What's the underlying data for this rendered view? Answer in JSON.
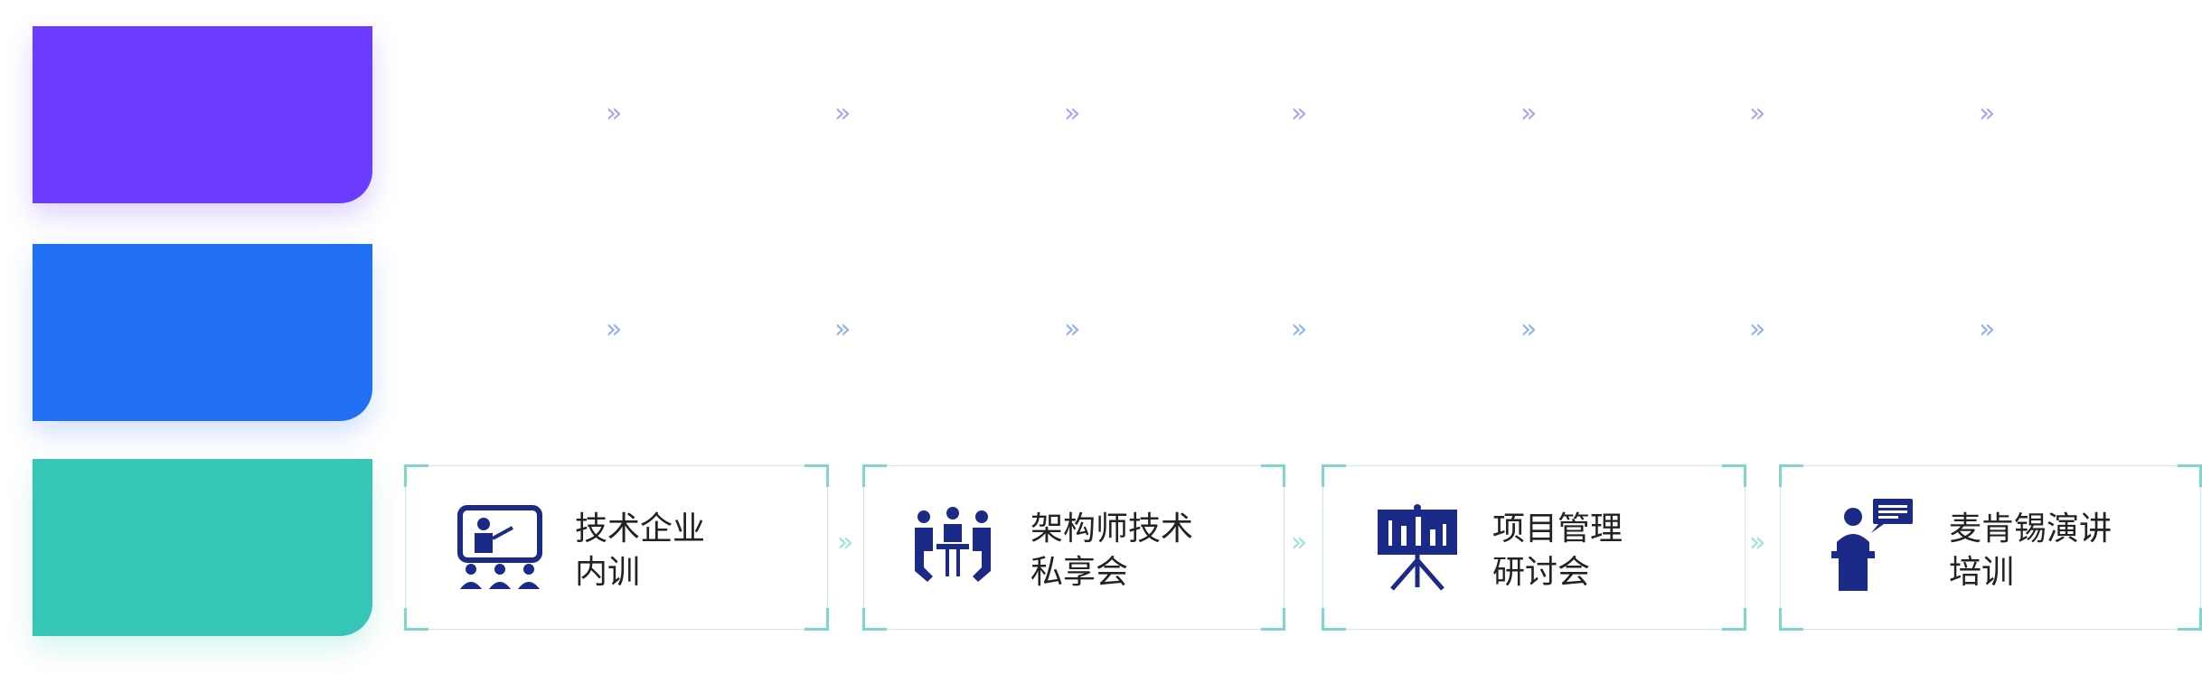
{
  "rows": [
    {
      "color": "#6b3bff",
      "arrow": "»"
    },
    {
      "color": "#2170f4",
      "arrow": "»"
    },
    {
      "color": "#35c6b6",
      "arrow": "»"
    }
  ],
  "cards": [
    {
      "line1": "技术企业",
      "line2": "内训",
      "icon": "teacher-presentation-icon"
    },
    {
      "line1": "架构师技术",
      "line2": "私享会",
      "icon": "meeting-group-icon"
    },
    {
      "line1": "项目管理",
      "line2": "研讨会",
      "icon": "presentation-board-icon"
    },
    {
      "line1": "麦肯锡演讲",
      "line2": "培训",
      "icon": "speaker-podium-icon"
    }
  ],
  "colors": {
    "icon": "#1c2a87",
    "card_border": "#c8ece8",
    "card_corner": "#7fd6cb"
  }
}
